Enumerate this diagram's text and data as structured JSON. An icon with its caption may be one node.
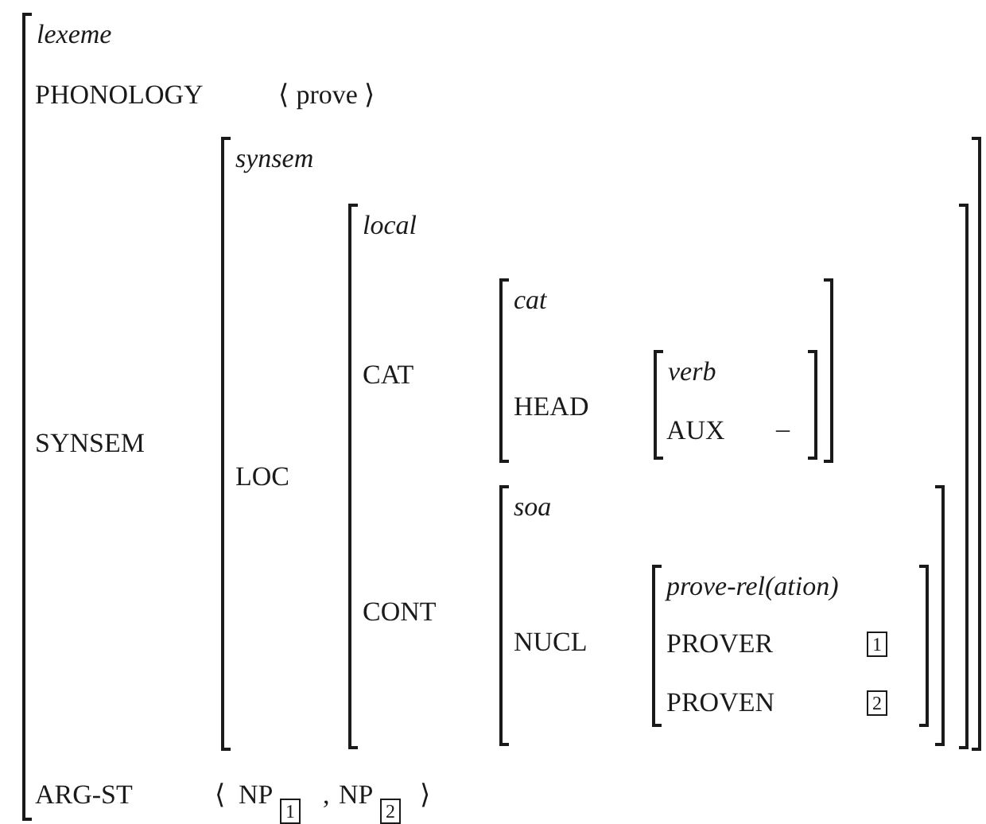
{
  "diagram": {
    "nodes": [
      {
        "text": [
          "lexeme"
        ]
      },
      {
        "text": [
          "synsem"
        ],
        "in": 0
      },
      {
        "text": [
          "local"
        ],
        "in": 1
      },
      {
        "text": [
          "cat"
        ],
        "in": 2
      },
      {
        "text": [
          "verb"
        ],
        "in": 3
      },
      {
        "text": [
          "soa"
        ],
        "in": 2
      },
      {
        "text": [
          "prove-rel(ation)"
        ],
        "in": 5
      },
      {
        "text": [
          "1"
        ],
        "in": 6
      },
      {
        "text": [
          "2"
        ],
        "in": 6
      },
      {
        "text": [
          "1"
        ],
        "in": 0
      },
      {
        "text": [
          "2"
        ],
        "in": 0
      }
    ],
    "labels": [
      "PHONOLOGY",
      "⟨ prove ⟩",
      "SYNSEM",
      "LOC",
      "CAT",
      "HEAD",
      "AUX",
      "–",
      "CONT",
      "NUCL",
      "PROVER",
      "PROVEN",
      "ARG-ST",
      "⟨",
      "NP",
      ",",
      "NP",
      "⟩"
    ]
  }
}
